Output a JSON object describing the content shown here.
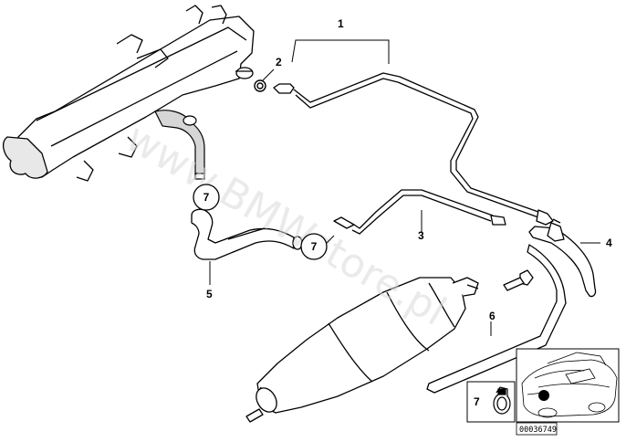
{
  "callouts": {
    "c1": "1",
    "c2": "2",
    "c3": "3",
    "c4": "4",
    "c5": "5",
    "c6": "6",
    "c7a": "7",
    "c7b": "7",
    "c7c": "7"
  },
  "watermark": "www.BMWstore.pl",
  "diagram_code": "00036749",
  "colors": {
    "line": "#000000",
    "fill": "#ffffff",
    "shade": "#c8c8c8",
    "watermark": "#d9d9d9"
  }
}
